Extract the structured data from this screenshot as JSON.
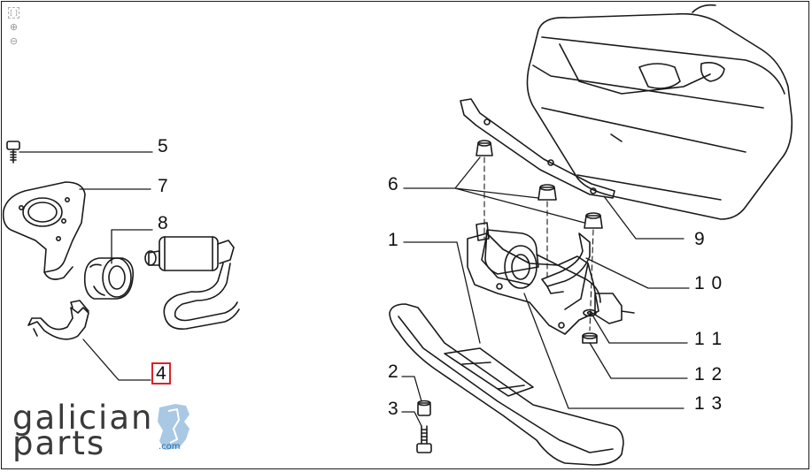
{
  "viewer": {
    "tools": [
      {
        "name": "fit-to-screen",
        "glyph": "[ ]"
      },
      {
        "name": "zoom-in",
        "glyph": "⊕"
      },
      {
        "name": "zoom-out",
        "glyph": "⊖"
      }
    ]
  },
  "callouts": [
    {
      "id": "5",
      "label": "5"
    },
    {
      "id": "7",
      "label": "7"
    },
    {
      "id": "8",
      "label": "8"
    },
    {
      "id": "4",
      "label": "4",
      "highlighted": true
    },
    {
      "id": "6",
      "label": "6"
    },
    {
      "id": "1",
      "label": "1"
    },
    {
      "id": "9",
      "label": "9"
    },
    {
      "id": "10",
      "label": "1 0"
    },
    {
      "id": "11",
      "label": "1 1"
    },
    {
      "id": "12",
      "label": "1 2"
    },
    {
      "id": "13",
      "label": "1 3"
    },
    {
      "id": "2",
      "label": "2"
    },
    {
      "id": "3",
      "label": "3"
    }
  ],
  "colors": {
    "line": "#1a1a1a",
    "highlight": "#d9232a",
    "logo_text": "#3a3a3a",
    "logo_accent": "#1e6fb0",
    "logo_map": "#a9c8e4"
  },
  "logo": {
    "line1": "galician",
    "line2": "parts",
    "suffix": ".com"
  }
}
